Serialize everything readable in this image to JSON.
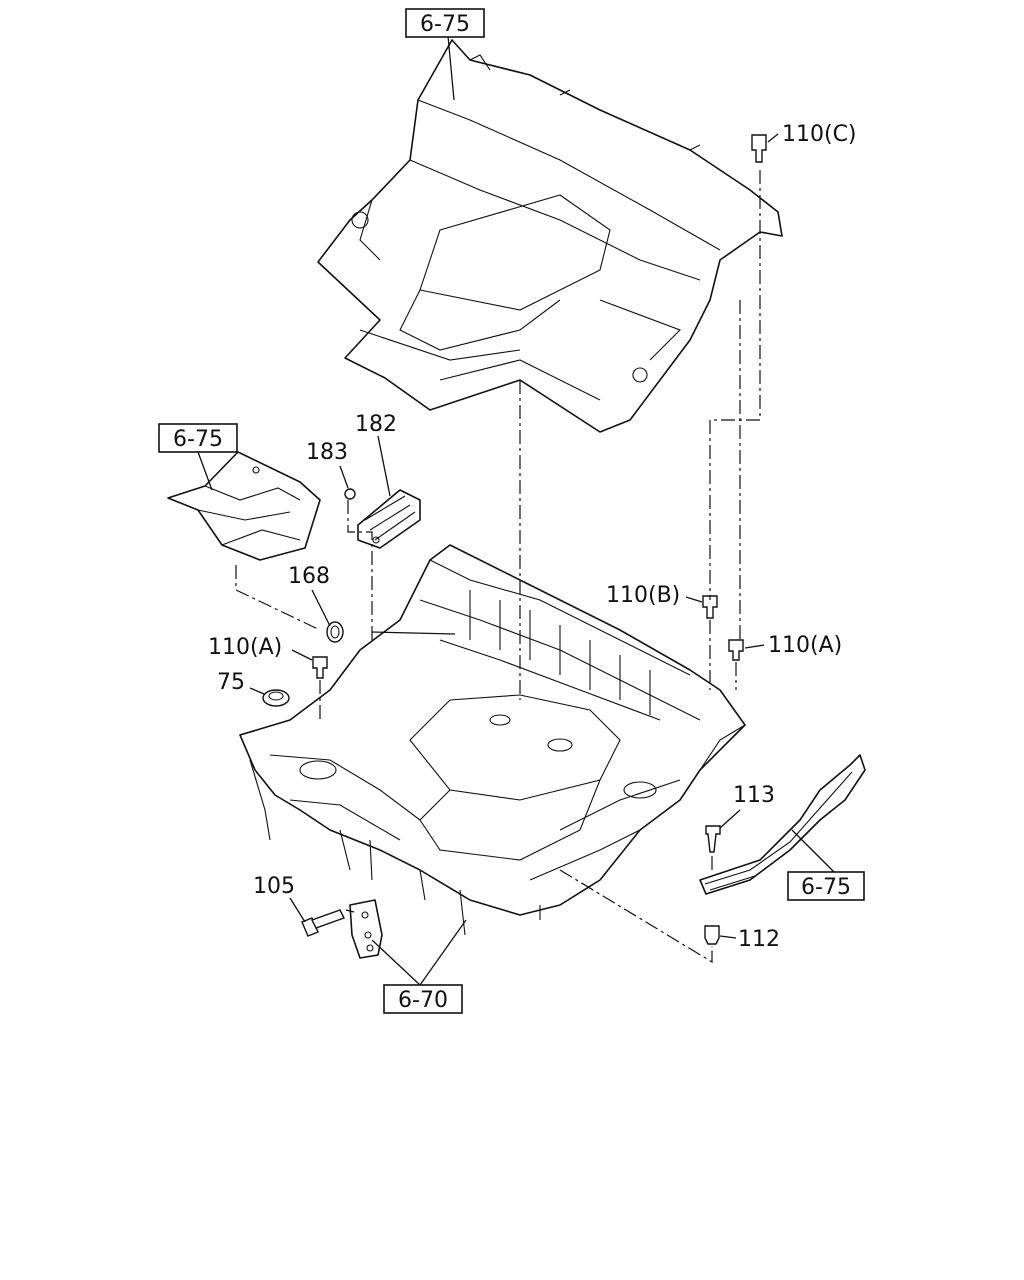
{
  "diagram": {
    "references": {
      "ref_top": "6-75",
      "ref_left": "6-75",
      "ref_right": "6-75",
      "ref_bottom": "6-70"
    },
    "callouts": {
      "c110c": "110(C)",
      "c182": "182",
      "c183": "183",
      "c168": "168",
      "c110b": "110(B)",
      "c110a_left": "110(A)",
      "c110a_right": "110(A)",
      "c75": "75",
      "c113": "113",
      "c105": "105",
      "c112": "112"
    }
  }
}
